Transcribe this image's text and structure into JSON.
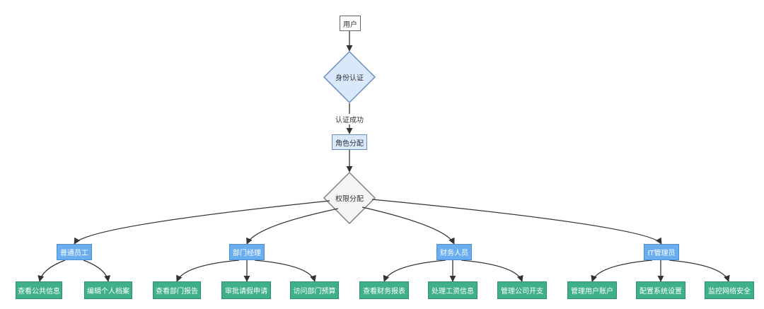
{
  "nodes": {
    "user": "用户",
    "auth": "身份认证",
    "auth_success_label": "认证成功",
    "role_assign": "角色分配",
    "permission_assign": "权限分配",
    "roles": [
      {
        "label": "普通员工",
        "permissions": [
          "查看公共信息",
          "编辑个人档案"
        ]
      },
      {
        "label": "部门经理",
        "permissions": [
          "查看部门报告",
          "审批请假申请",
          "访问部门预算"
        ]
      },
      {
        "label": "财务人员",
        "permissions": [
          "查看财务报表",
          "处理工资信息",
          "管理公司开支"
        ]
      },
      {
        "label": "IT管理员",
        "permissions": [
          "管理用户账户",
          "配置系统设置",
          "监控网络安全"
        ]
      }
    ]
  },
  "colors": {
    "process_fill": "#dae8fc",
    "process_border": "#6c8ebf",
    "decision_fill": "#f5f5f5",
    "decision_border": "#666666",
    "role_fill": "#6aaef0",
    "permission_fill": "#3fb08a",
    "edge": "#333333"
  }
}
